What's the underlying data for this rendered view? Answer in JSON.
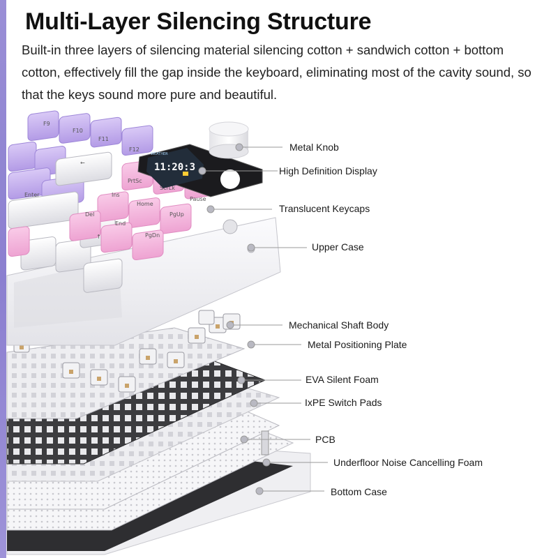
{
  "header": {
    "title": "Multi-Layer Silencing Structure",
    "description": "Built-in three layers of silencing material silencing cotton + sandwich cotton + bottom cotton, effectively fill the gap inside the keyboard, eliminating most of the cavity sound, so that the keys sound more pure and beautiful."
  },
  "display": {
    "time": "11:20:3",
    "small_label": "WEATHER"
  },
  "keycaps": {
    "f9": "F9",
    "f10": "F10",
    "f11": "F11",
    "f12": "F12",
    "prtsc": "PrtSc",
    "scrlk": "ScrLk",
    "pause": "Pause",
    "ins": "Ins",
    "home": "Home",
    "pgup": "PgUp",
    "del": "Del",
    "end": "End",
    "pgdn": "PgDn",
    "enter": "Enter",
    "backspace": "←",
    "up": "↑"
  },
  "callouts": [
    {
      "id": "metal-knob",
      "label": "Metal Knob"
    },
    {
      "id": "display",
      "label": "High Definition Display"
    },
    {
      "id": "keycaps",
      "label": "Translucent Keycaps"
    },
    {
      "id": "upper-case",
      "label": "Upper Case"
    },
    {
      "id": "shaft-body",
      "label": "Mechanical Shaft Body"
    },
    {
      "id": "positioning-plate",
      "label": "Metal Positioning Plate"
    },
    {
      "id": "eva-foam",
      "label": "EVA Silent Foam"
    },
    {
      "id": "ixpe-pads",
      "label": "IxPE Switch Pads"
    },
    {
      "id": "pcb",
      "label": "PCB"
    },
    {
      "id": "underfloor-foam",
      "label": "Underfloor Noise Cancelling Foam"
    },
    {
      "id": "bottom-case",
      "label": "Bottom Case"
    }
  ],
  "colors": {
    "accent_stripe": "#9a8fd6",
    "keycap_purple": "#c9b6f0",
    "keycap_pink": "#f4b9de",
    "keycap_white": "#f4f4f6",
    "case_white": "#f3f3f5",
    "foam_dark": "#3b3b3d",
    "callout_line": "#9a9a9a"
  }
}
